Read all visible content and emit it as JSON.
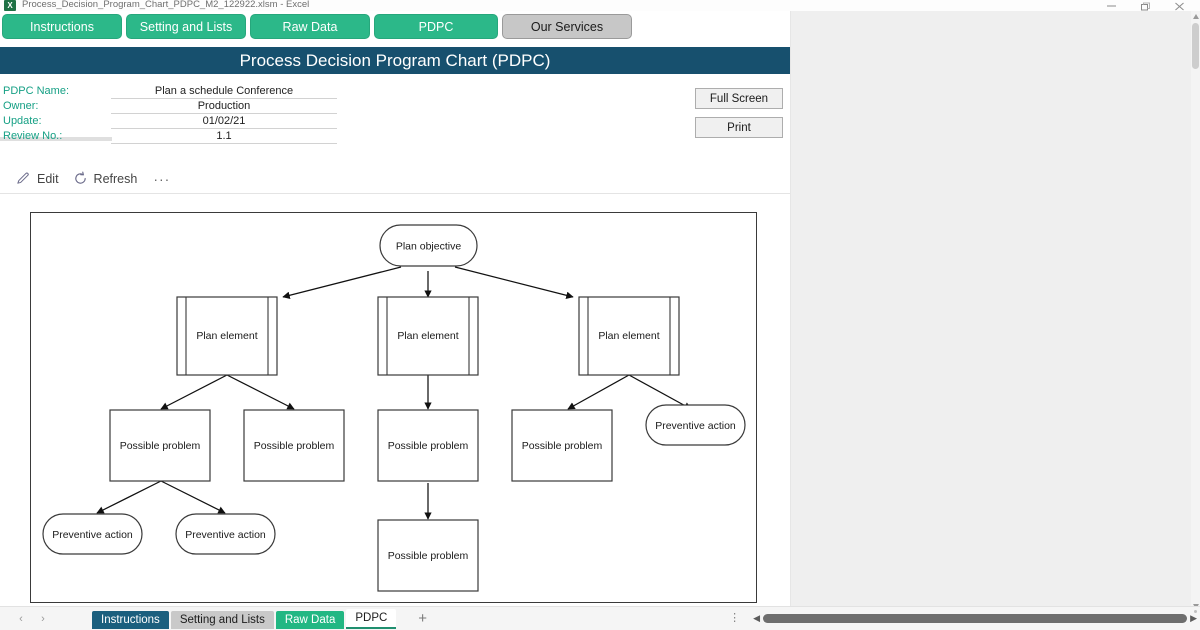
{
  "window": {
    "title": "Process_Decision_Program_Chart_PDPC_M2_122922.xlsm  -  Excel",
    "app_badge": "X",
    "controls": {
      "minimize": "minimize-icon",
      "restore": "restore-icon",
      "close": "close-icon"
    }
  },
  "nav_tabs": [
    {
      "label": "Instructions",
      "style": "green"
    },
    {
      "label": "Setting and Lists",
      "style": "green"
    },
    {
      "label": "Raw Data",
      "style": "green"
    },
    {
      "label": "PDPC",
      "style": "green"
    },
    {
      "label": "Our Services",
      "style": "gray"
    }
  ],
  "banner": {
    "title": "Process Decision Program Chart (PDPC)"
  },
  "meta": {
    "rows": [
      {
        "label": "PDPC Name:",
        "value": "Plan a schedule Conference"
      },
      {
        "label": "Owner:",
        "value": "Production"
      },
      {
        "label": "Update:",
        "value": "01/02/21"
      },
      {
        "label": "Review No.:",
        "value": "1.1"
      }
    ]
  },
  "actions": {
    "full_screen": "Full Screen",
    "print": "Print"
  },
  "command_bar": {
    "edit": "Edit",
    "refresh": "Refresh",
    "more": "···"
  },
  "diagram": {
    "nodes": {
      "objective": "Plan objective",
      "element": "Plan element",
      "problem": "Possible problem",
      "action": "Preventive action"
    },
    "labels": [
      "Plan objective",
      "Plan element",
      "Plan element",
      "Plan element",
      "Possible problem",
      "Possible problem",
      "Possible problem",
      "Possible problem",
      "Possible problem",
      "Preventive action",
      "Preventive action",
      "Preventive action"
    ]
  },
  "sheet_tabs": [
    {
      "label": "Instructions",
      "style": "dark",
      "active": false
    },
    {
      "label": "Setting and Lists",
      "style": "gray",
      "active": false
    },
    {
      "label": "Raw Data",
      "style": "green",
      "active": false
    },
    {
      "label": "PDPC",
      "style": "active",
      "active": true
    }
  ],
  "sheet_bar": {
    "prev": "‹",
    "next": "›",
    "add": "+",
    "left_arrow": "◀",
    "right_arrow": "▶",
    "options": "⋮"
  },
  "colors": {
    "green_tab": "#2cb889",
    "banner_navy": "#17506e",
    "meta_label": "#16a085",
    "sheet_dark": "#1b5f7e",
    "sheet_green": "#22b783"
  }
}
